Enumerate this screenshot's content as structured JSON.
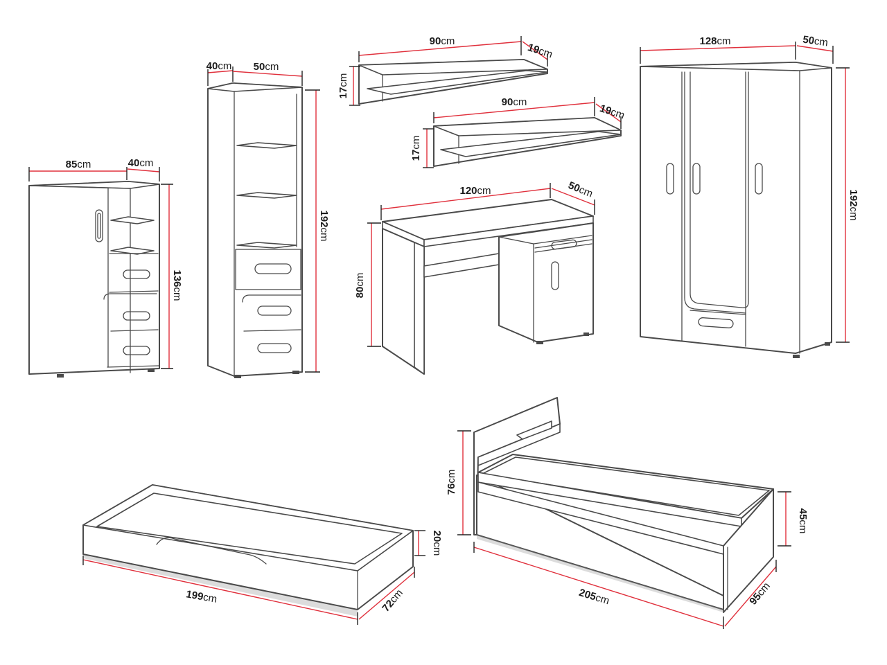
{
  "dimensions": {
    "dresser_width": "85",
    "dresser_depth": "40",
    "dresser_height": "136",
    "bookcase_depth": "40",
    "bookcase_width": "50",
    "bookcase_height": "192",
    "shelf_top_width": "90",
    "shelf_top_depth": "19",
    "shelf_top_height": "17",
    "shelf_bottom_width": "90",
    "shelf_bottom_depth": "19",
    "shelf_bottom_height": "17",
    "desk_width": "120",
    "desk_depth": "50",
    "desk_height": "80",
    "wardrobe_width": "128",
    "wardrobe_depth": "50",
    "wardrobe_height": "192",
    "drawer_length": "199",
    "drawer_width": "72",
    "drawer_height": "20",
    "bed_length": "205",
    "bed_width": "95",
    "bed_head_height": "76",
    "bed_foot_height": "45"
  },
  "unit": "cm"
}
